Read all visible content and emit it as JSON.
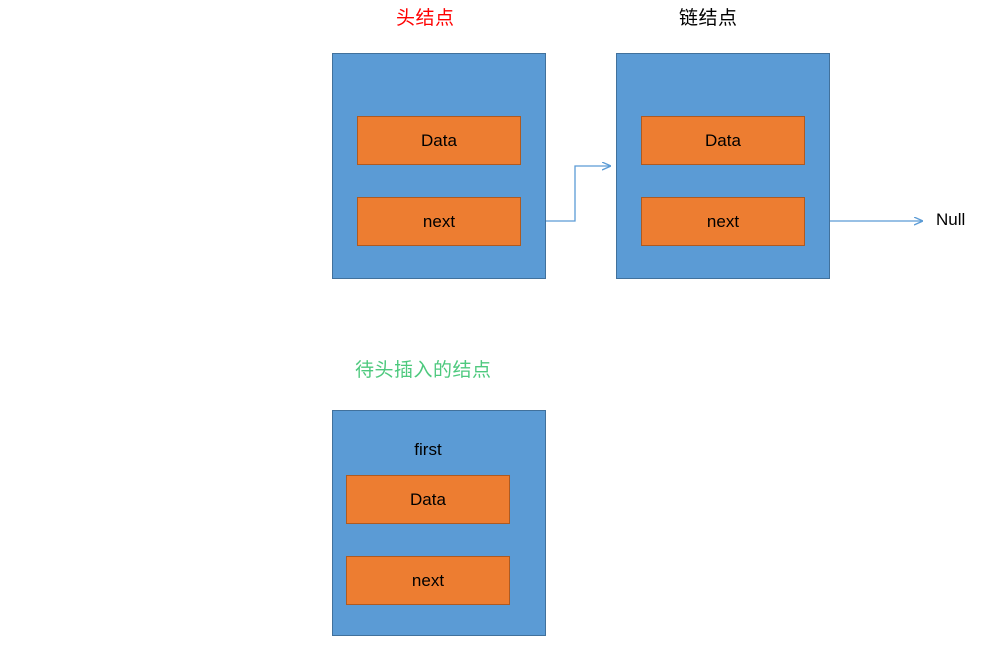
{
  "diagram": {
    "title_labels": {
      "head_node": "头结点",
      "chain_node": "链结点",
      "insert_node": "待头插入的结点"
    },
    "colors": {
      "head_label": "#FF0000",
      "chain_label": "#000000",
      "insert_label": "#4EC97E",
      "node_fill": "#5B9BD5",
      "node_border": "#41719C",
      "field_fill": "#ED7D31",
      "field_border": "#AE5A21",
      "connector": "#5B9BD5",
      "text": "#000000"
    },
    "nodes": [
      {
        "id": "head-node",
        "caption": "头结点",
        "fields": [
          {
            "name": "data",
            "label": "Data"
          },
          {
            "name": "next",
            "label": "next"
          }
        ]
      },
      {
        "id": "chain-node",
        "caption": "链结点",
        "fields": [
          {
            "name": "data",
            "label": "Data"
          },
          {
            "name": "next",
            "label": "next"
          }
        ]
      },
      {
        "id": "new-node",
        "caption": "待头插入的结点",
        "pointer_label": "first",
        "fields": [
          {
            "name": "data",
            "label": "Data"
          },
          {
            "name": "next",
            "label": "next"
          }
        ]
      }
    ],
    "terminators": {
      "null_label": "Null"
    },
    "connectors": [
      {
        "name": "head-next-to-chain-node",
        "from": "head-node.next",
        "to": "chain-node"
      },
      {
        "name": "chain-next-to-null",
        "from": "chain-node.next",
        "to": "Null"
      }
    ]
  }
}
